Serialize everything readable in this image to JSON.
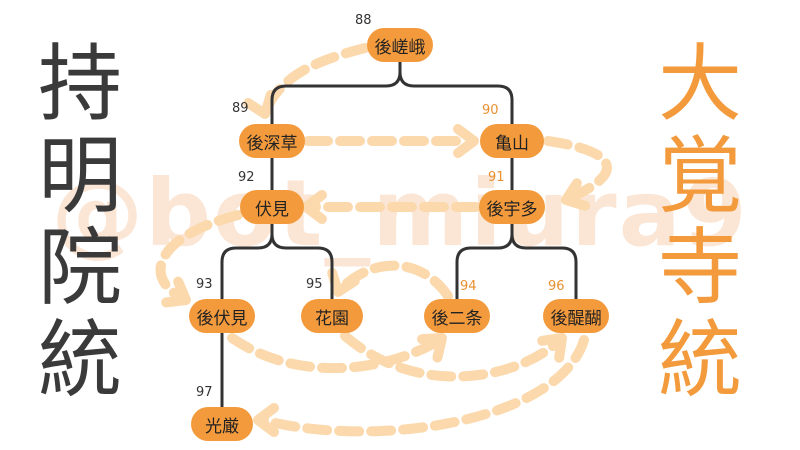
{
  "watermark": "@bot_miura9",
  "lineages": {
    "jimyoin": {
      "title_chars": [
        "持",
        "明",
        "院",
        "統"
      ],
      "color": "#3a3a3a"
    },
    "daikakuji": {
      "title_chars": [
        "大",
        "覚",
        "寺",
        "統"
      ],
      "color": "#f39a3c"
    }
  },
  "colors": {
    "node_fill": "#f39a3c",
    "tree_line": "#333333",
    "succession_arrow": "#fbd9ad"
  },
  "emperors": [
    {
      "id": "gosaga",
      "name": "後嵯峨",
      "number": "88",
      "lineage": "none"
    },
    {
      "id": "gofukakusa",
      "name": "後深草",
      "number": "89",
      "lineage": "jimyoin"
    },
    {
      "id": "kameyama",
      "name": "亀山",
      "number": "90",
      "lineage": "daikakuji"
    },
    {
      "id": "gouda",
      "name": "後宇多",
      "number": "91",
      "lineage": "daikakuji"
    },
    {
      "id": "fushimi",
      "name": "伏見",
      "number": "92",
      "lineage": "jimyoin"
    },
    {
      "id": "gofushimi",
      "name": "後伏見",
      "number": "93",
      "lineage": "jimyoin"
    },
    {
      "id": "gonijo",
      "name": "後二条",
      "number": "94",
      "lineage": "daikakuji"
    },
    {
      "id": "hanazono",
      "name": "花園",
      "number": "95",
      "lineage": "jimyoin"
    },
    {
      "id": "godaigo",
      "name": "後醍醐",
      "number": "96",
      "lineage": "daikakuji"
    },
    {
      "id": "kogon",
      "name": "光厳",
      "number": "97",
      "lineage": "jimyoin"
    }
  ],
  "family_links": [
    {
      "parent": "gosaga",
      "children": [
        "gofukakusa",
        "kameyama"
      ]
    },
    {
      "parent": "gofukakusa",
      "children": [
        "fushimi"
      ]
    },
    {
      "parent": "kameyama",
      "children": [
        "gouda"
      ]
    },
    {
      "parent": "fushimi",
      "children": [
        "gofushimi",
        "hanazono"
      ]
    },
    {
      "parent": "gouda",
      "children": [
        "gonijo",
        "godaigo"
      ]
    },
    {
      "parent": "gofushimi",
      "children": [
        "kogon"
      ]
    }
  ],
  "succession": [
    {
      "from": "gosaga",
      "to": "gofukakusa"
    },
    {
      "from": "gofukakusa",
      "to": "kameyama"
    },
    {
      "from": "kameyama",
      "to": "gouda"
    },
    {
      "from": "gouda",
      "to": "fushimi"
    },
    {
      "from": "fushimi",
      "to": "gofushimi"
    },
    {
      "from": "gofushimi",
      "to": "gonijo"
    },
    {
      "from": "gonijo",
      "to": "hanazono"
    },
    {
      "from": "hanazono",
      "to": "godaigo"
    },
    {
      "from": "godaigo",
      "to": "kogon"
    }
  ]
}
